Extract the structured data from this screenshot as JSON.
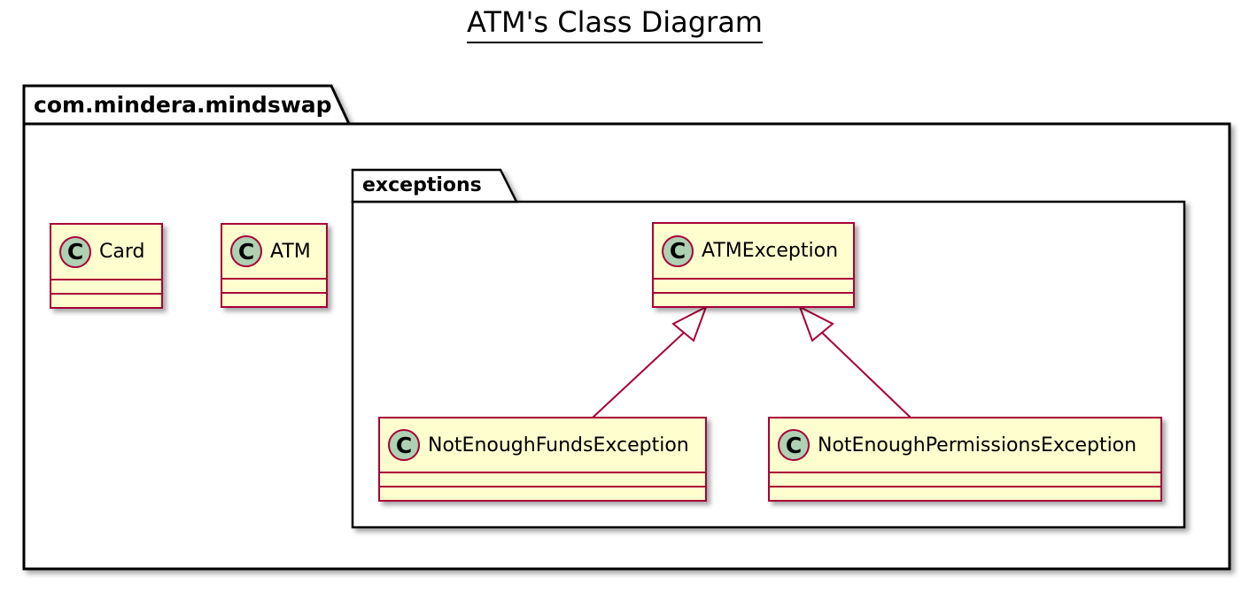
{
  "title": "ATM's Class Diagram",
  "colors": {
    "class_fill": "#FEFECE",
    "class_border": "#A80036",
    "spot_fill": "#ADD1B2",
    "spot_border": "#A80036",
    "package_border": "#000000",
    "package_fill": "#FFFFFF",
    "relation_line": "#A80036"
  },
  "packages": {
    "outer": {
      "name": "com.mindera.mindswap"
    },
    "exceptions": {
      "name": "exceptions"
    }
  },
  "classes": {
    "card": {
      "name": "Card",
      "spot": "C"
    },
    "atm": {
      "name": "ATM",
      "spot": "C"
    },
    "atm_exception": {
      "name": "ATMException",
      "spot": "C"
    },
    "not_enough_funds": {
      "name": "NotEnoughFundsException",
      "spot": "C"
    },
    "not_enough_permissions": {
      "name": "NotEnoughPermissionsException",
      "spot": "C"
    }
  },
  "relations": [
    {
      "type": "generalization",
      "from": "NotEnoughFundsException",
      "to": "ATMException"
    },
    {
      "type": "generalization",
      "from": "NotEnoughPermissionsException",
      "to": "ATMException"
    }
  ]
}
